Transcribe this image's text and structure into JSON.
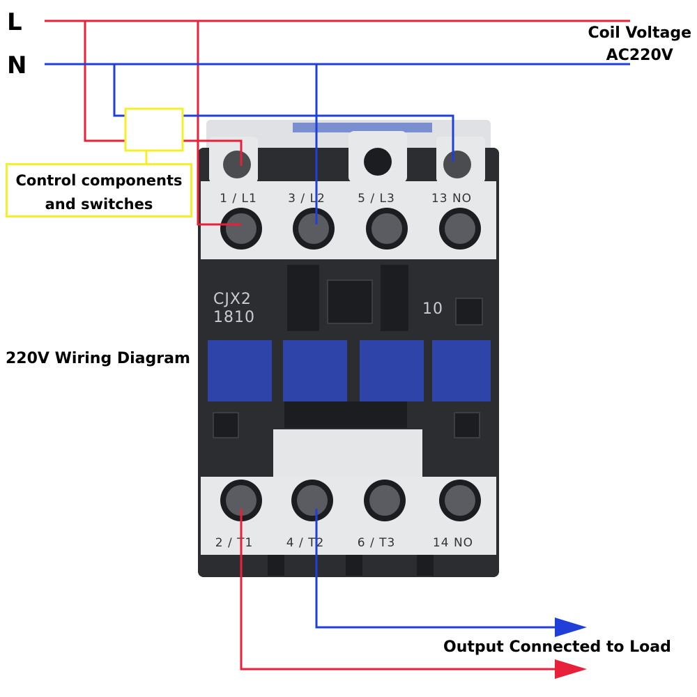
{
  "labels": {
    "line_L": "L",
    "line_N": "N",
    "coil_voltage_line1": "Coil Voltage",
    "coil_voltage_line2": "AC220V",
    "control_line1": "Control components",
    "control_line2": "and switches",
    "diagram_title": "220V Wiring Diagram",
    "output": "Output Connected to Load"
  },
  "contactor": {
    "model_line1": "CJX2",
    "model_line2": "1810",
    "aux_code": "10",
    "top_terminals": [
      "1 / L1",
      "3 / L2",
      "5 / L3",
      "13 NO"
    ],
    "bottom_terminals": [
      "2 / T1",
      "4 / T2",
      "6 / T3",
      "14 NO"
    ]
  },
  "colors": {
    "live_wire": "#e8203a",
    "neutral_wire": "#1f3fd8",
    "control_box_border": "#f4ef2a",
    "contactor_body": "#2b2d31",
    "contactor_terminal_block": "#e6e8ea",
    "contactor_blue": "#2f44a8"
  }
}
